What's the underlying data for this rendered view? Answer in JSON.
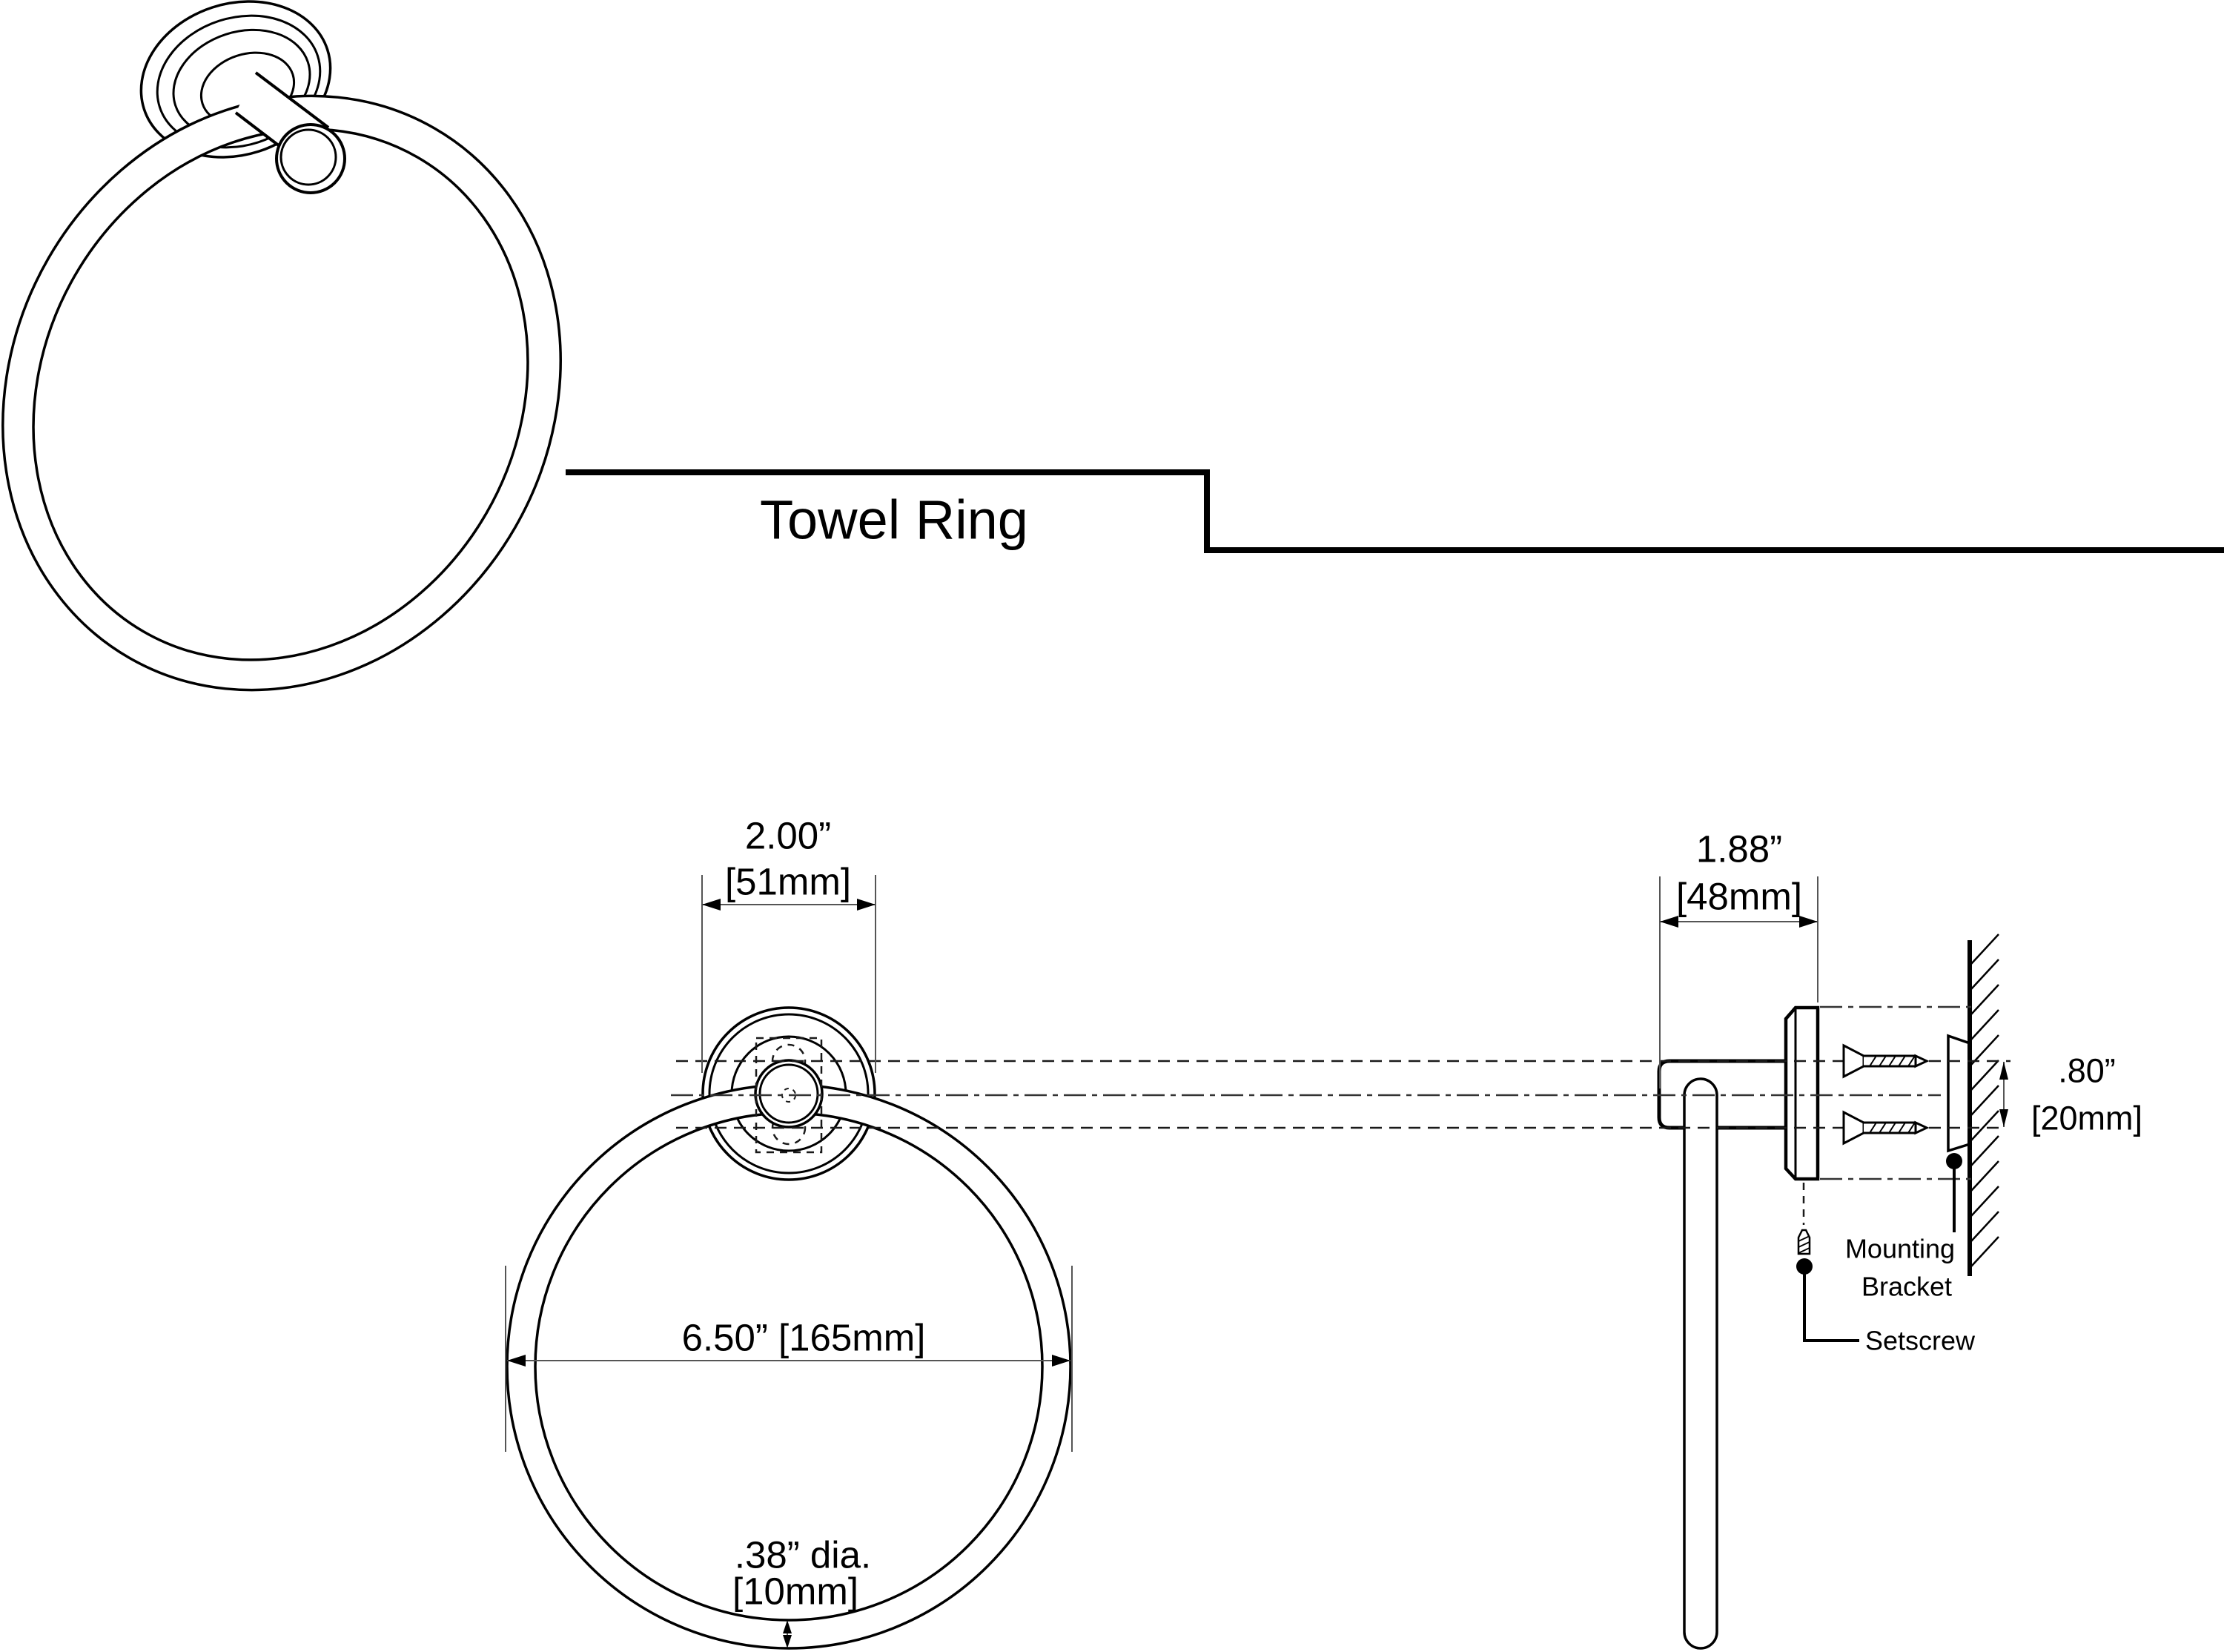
{
  "title": {
    "label": "Towel Ring"
  },
  "colors": {
    "ink": "#000000",
    "dim_line": "#555555",
    "background": "#ffffff"
  },
  "front_view": {
    "flange_width_in": "2.00”",
    "flange_width_mm": "[51mm]",
    "ring_diameter": "6.50” [165mm]",
    "tube_diameter_in": ".38” dia.",
    "tube_diameter_mm": "[10mm]"
  },
  "side_view": {
    "depth_in": "1.88”",
    "depth_mm": "[48mm]",
    "hole_spacing_in": ".80”",
    "hole_spacing_mm": "[20mm]",
    "mounting_bracket_label_line1": "Mounting",
    "mounting_bracket_label_line2": "Bracket",
    "setscrew_label": "Setscrew"
  }
}
